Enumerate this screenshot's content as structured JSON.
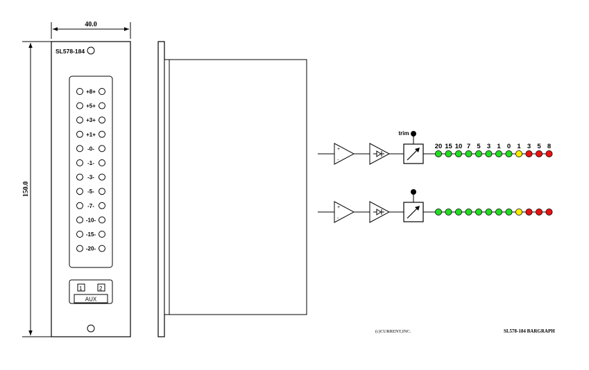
{
  "dimensions": {
    "width": "40.0",
    "height": "150.0"
  },
  "panel": {
    "model_label": "SL578-184",
    "meter_labels": [
      "+8+",
      "+5+",
      "+3+",
      "+1+",
      "-0-",
      "-1-",
      "-3-",
      "-5-",
      "-7-",
      "-10-",
      "-15-",
      "-20-"
    ],
    "switch_labels": [
      "1",
      "2"
    ],
    "aux_label": "AUX"
  },
  "schematic": {
    "trim_label": "trim",
    "scale_labels": [
      "20",
      "15",
      "10",
      "7",
      "5",
      "3",
      "1",
      "0",
      "1",
      "3",
      "5",
      "8"
    ],
    "led_colors": [
      "green",
      "green",
      "green",
      "green",
      "green",
      "green",
      "green",
      "green",
      "yellow",
      "red",
      "red",
      "red"
    ],
    "amp_signs": [
      "+",
      "-"
    ]
  },
  "colors": {
    "green": "#22dd22",
    "yellow": "#ffee00",
    "red": "#ee1111",
    "line": "#000000"
  },
  "footer": {
    "copyright": "(c)CURRENT,INC.",
    "title": "SL578-184 BARGRAPH"
  }
}
